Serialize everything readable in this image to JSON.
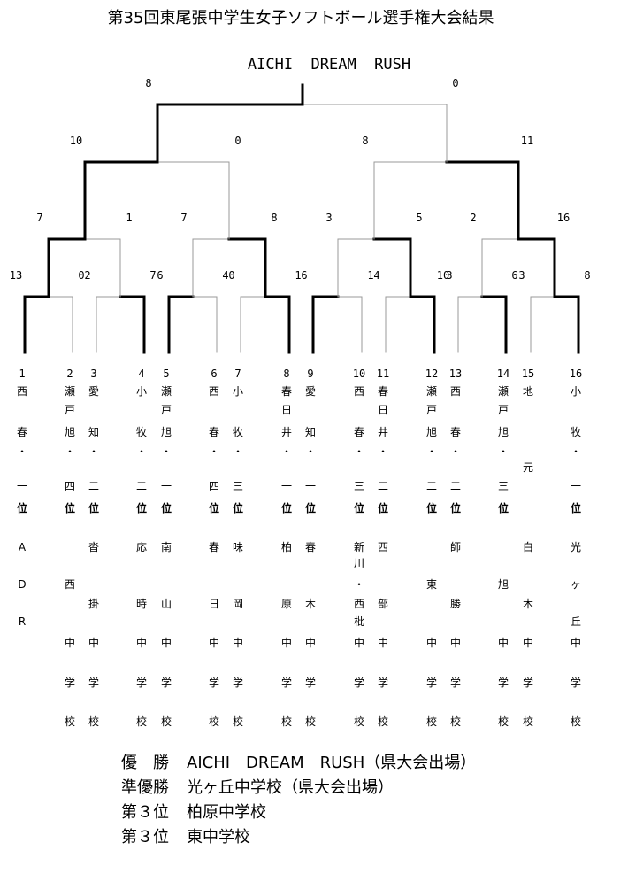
{
  "title": "第35回東尾張中学生女子ソフトボール選手権大会結果",
  "champion_label": "AICHI  DREAM  RUSH",
  "matches": [
    {
      "round": 1,
      "left_score": "13",
      "right_score": "0",
      "winner": "left"
    },
    {
      "round": 1,
      "left_score": "2",
      "right_score": "7",
      "winner": "right"
    },
    {
      "round": 1,
      "left_score": "6",
      "right_score": "4",
      "winner": "left"
    },
    {
      "round": 1,
      "left_score": "0",
      "right_score": "1",
      "winner": "right"
    },
    {
      "round": 1,
      "left_score": "6",
      "right_score": "1",
      "winner": "left"
    },
    {
      "round": 1,
      "left_score": "4",
      "right_score": "10",
      "winner": "right"
    },
    {
      "round": 1,
      "left_score": "3",
      "right_score": "6",
      "winner": "right"
    },
    {
      "round": 1,
      "left_score": "3",
      "right_score": "8",
      "winner": "right"
    },
    {
      "round": 2,
      "left_score": "7",
      "right_score": "1",
      "winner": "left"
    },
    {
      "round": 2,
      "left_score": "7",
      "right_score": "8",
      "winner": "right"
    },
    {
      "round": 2,
      "left_score": "3",
      "right_score": "5",
      "winner": "right"
    },
    {
      "round": 2,
      "left_score": "2",
      "right_score": "16",
      "winner": "right"
    },
    {
      "round": 3,
      "left_score": "10",
      "right_score": "0",
      "winner": "left"
    },
    {
      "round": 3,
      "left_score": "8",
      "right_score": "11",
      "winner": "right"
    },
    {
      "round": 4,
      "left_score": "8",
      "right_score": "0",
      "winner": "left"
    }
  ],
  "teams": [
    {
      "num": "1",
      "line1": [
        "西",
        "",
        "春",
        "・",
        "",
        "一",
        "位"
      ],
      "line2": [
        "A",
        "",
        "D",
        "",
        "R",
        "",
        "",
        ""
      ]
    },
    {
      "num": "2",
      "line1": [
        "瀬",
        "戸",
        "旭",
        "・",
        "",
        "四",
        "位"
      ],
      "line2": [
        "",
        "",
        "西",
        "",
        "",
        "中",
        "学",
        "校"
      ]
    },
    {
      "num": "3",
      "line1": [
        "愛",
        "",
        "知",
        "・",
        "",
        "二",
        "位"
      ],
      "line2": [
        "沓",
        "",
        "",
        "掛",
        "",
        "中",
        "学",
        "校"
      ]
    },
    {
      "num": "4",
      "line1": [
        "小",
        "",
        "牧",
        "・",
        "",
        "二",
        "位"
      ],
      "line2": [
        "応",
        "",
        "",
        "時",
        "",
        "中",
        "学",
        "校"
      ]
    },
    {
      "num": "5",
      "line1": [
        "瀬",
        "戸",
        "旭",
        "・",
        "",
        "一",
        "位"
      ],
      "line2": [
        "南",
        "",
        "",
        "山",
        "",
        "中",
        "学",
        "校"
      ]
    },
    {
      "num": "6",
      "line1": [
        "西",
        "",
        "春",
        "・",
        "",
        "四",
        "位"
      ],
      "line2": [
        "春",
        "",
        "",
        "日",
        "",
        "中",
        "学",
        "校"
      ]
    },
    {
      "num": "7",
      "line1": [
        "小",
        "",
        "牧",
        "・",
        "",
        "三",
        "位"
      ],
      "line2": [
        "味",
        "",
        "",
        "岡",
        "",
        "中",
        "学",
        "校"
      ]
    },
    {
      "num": "8",
      "line1": [
        "春",
        "日",
        "井",
        "・",
        "",
        "一",
        "位"
      ],
      "line2": [
        "柏",
        "",
        "",
        "原",
        "",
        "中",
        "学",
        "校"
      ]
    },
    {
      "num": "9",
      "line1": [
        "愛",
        "",
        "知",
        "・",
        "",
        "一",
        "位"
      ],
      "line2": [
        "春",
        "",
        "",
        "木",
        "",
        "中",
        "学",
        "校"
      ]
    },
    {
      "num": "10",
      "line1": [
        "西",
        "",
        "春",
        "・",
        "",
        "三",
        "位"
      ],
      "line2": [
        "新",
        "川",
        "・",
        "西",
        "枇",
        "中",
        "学",
        "校"
      ]
    },
    {
      "num": "11",
      "line1": [
        "春",
        "日",
        "井",
        "・",
        "",
        "二",
        "位"
      ],
      "line2": [
        "西",
        "",
        "",
        "部",
        "",
        "中",
        "学",
        "校"
      ]
    },
    {
      "num": "12",
      "line1": [
        "瀬",
        "戸",
        "旭",
        "・",
        "",
        "二",
        "位"
      ],
      "line2": [
        "",
        "",
        "東",
        "",
        "",
        "中",
        "学",
        "校"
      ]
    },
    {
      "num": "13",
      "line1": [
        "西",
        "",
        "春",
        "・",
        "",
        "二",
        "位"
      ],
      "line2": [
        "師",
        "",
        "",
        "勝",
        "",
        "中",
        "学",
        "校"
      ]
    },
    {
      "num": "14",
      "line1": [
        "瀬",
        "戸",
        "旭",
        "・",
        "",
        "三",
        "位"
      ],
      "line2": [
        "",
        "",
        "旭",
        "",
        "",
        "中",
        "学",
        "校"
      ]
    },
    {
      "num": "15",
      "line1": [
        "地",
        "",
        "",
        "",
        "元",
        "",
        ""
      ],
      "line2": [
        "白",
        "",
        "",
        "木",
        "",
        "中",
        "学",
        "校"
      ]
    },
    {
      "num": "16",
      "line1": [
        "小",
        "",
        "牧",
        "・",
        "",
        "一",
        "位"
      ],
      "line2": [
        "光",
        "",
        "ヶ",
        "",
        "丘",
        "中",
        "学",
        "校"
      ]
    }
  ],
  "results": [
    {
      "rank": "優　勝",
      "name": "AICHI　DREAM　RUSH（県大会出場）"
    },
    {
      "rank": "準優勝",
      "name": "光ヶ丘中学校（県大会出場）"
    },
    {
      "rank": "第３位",
      "name": "柏原中学校"
    },
    {
      "rank": "第３位",
      "name": "東中学校"
    }
  ]
}
